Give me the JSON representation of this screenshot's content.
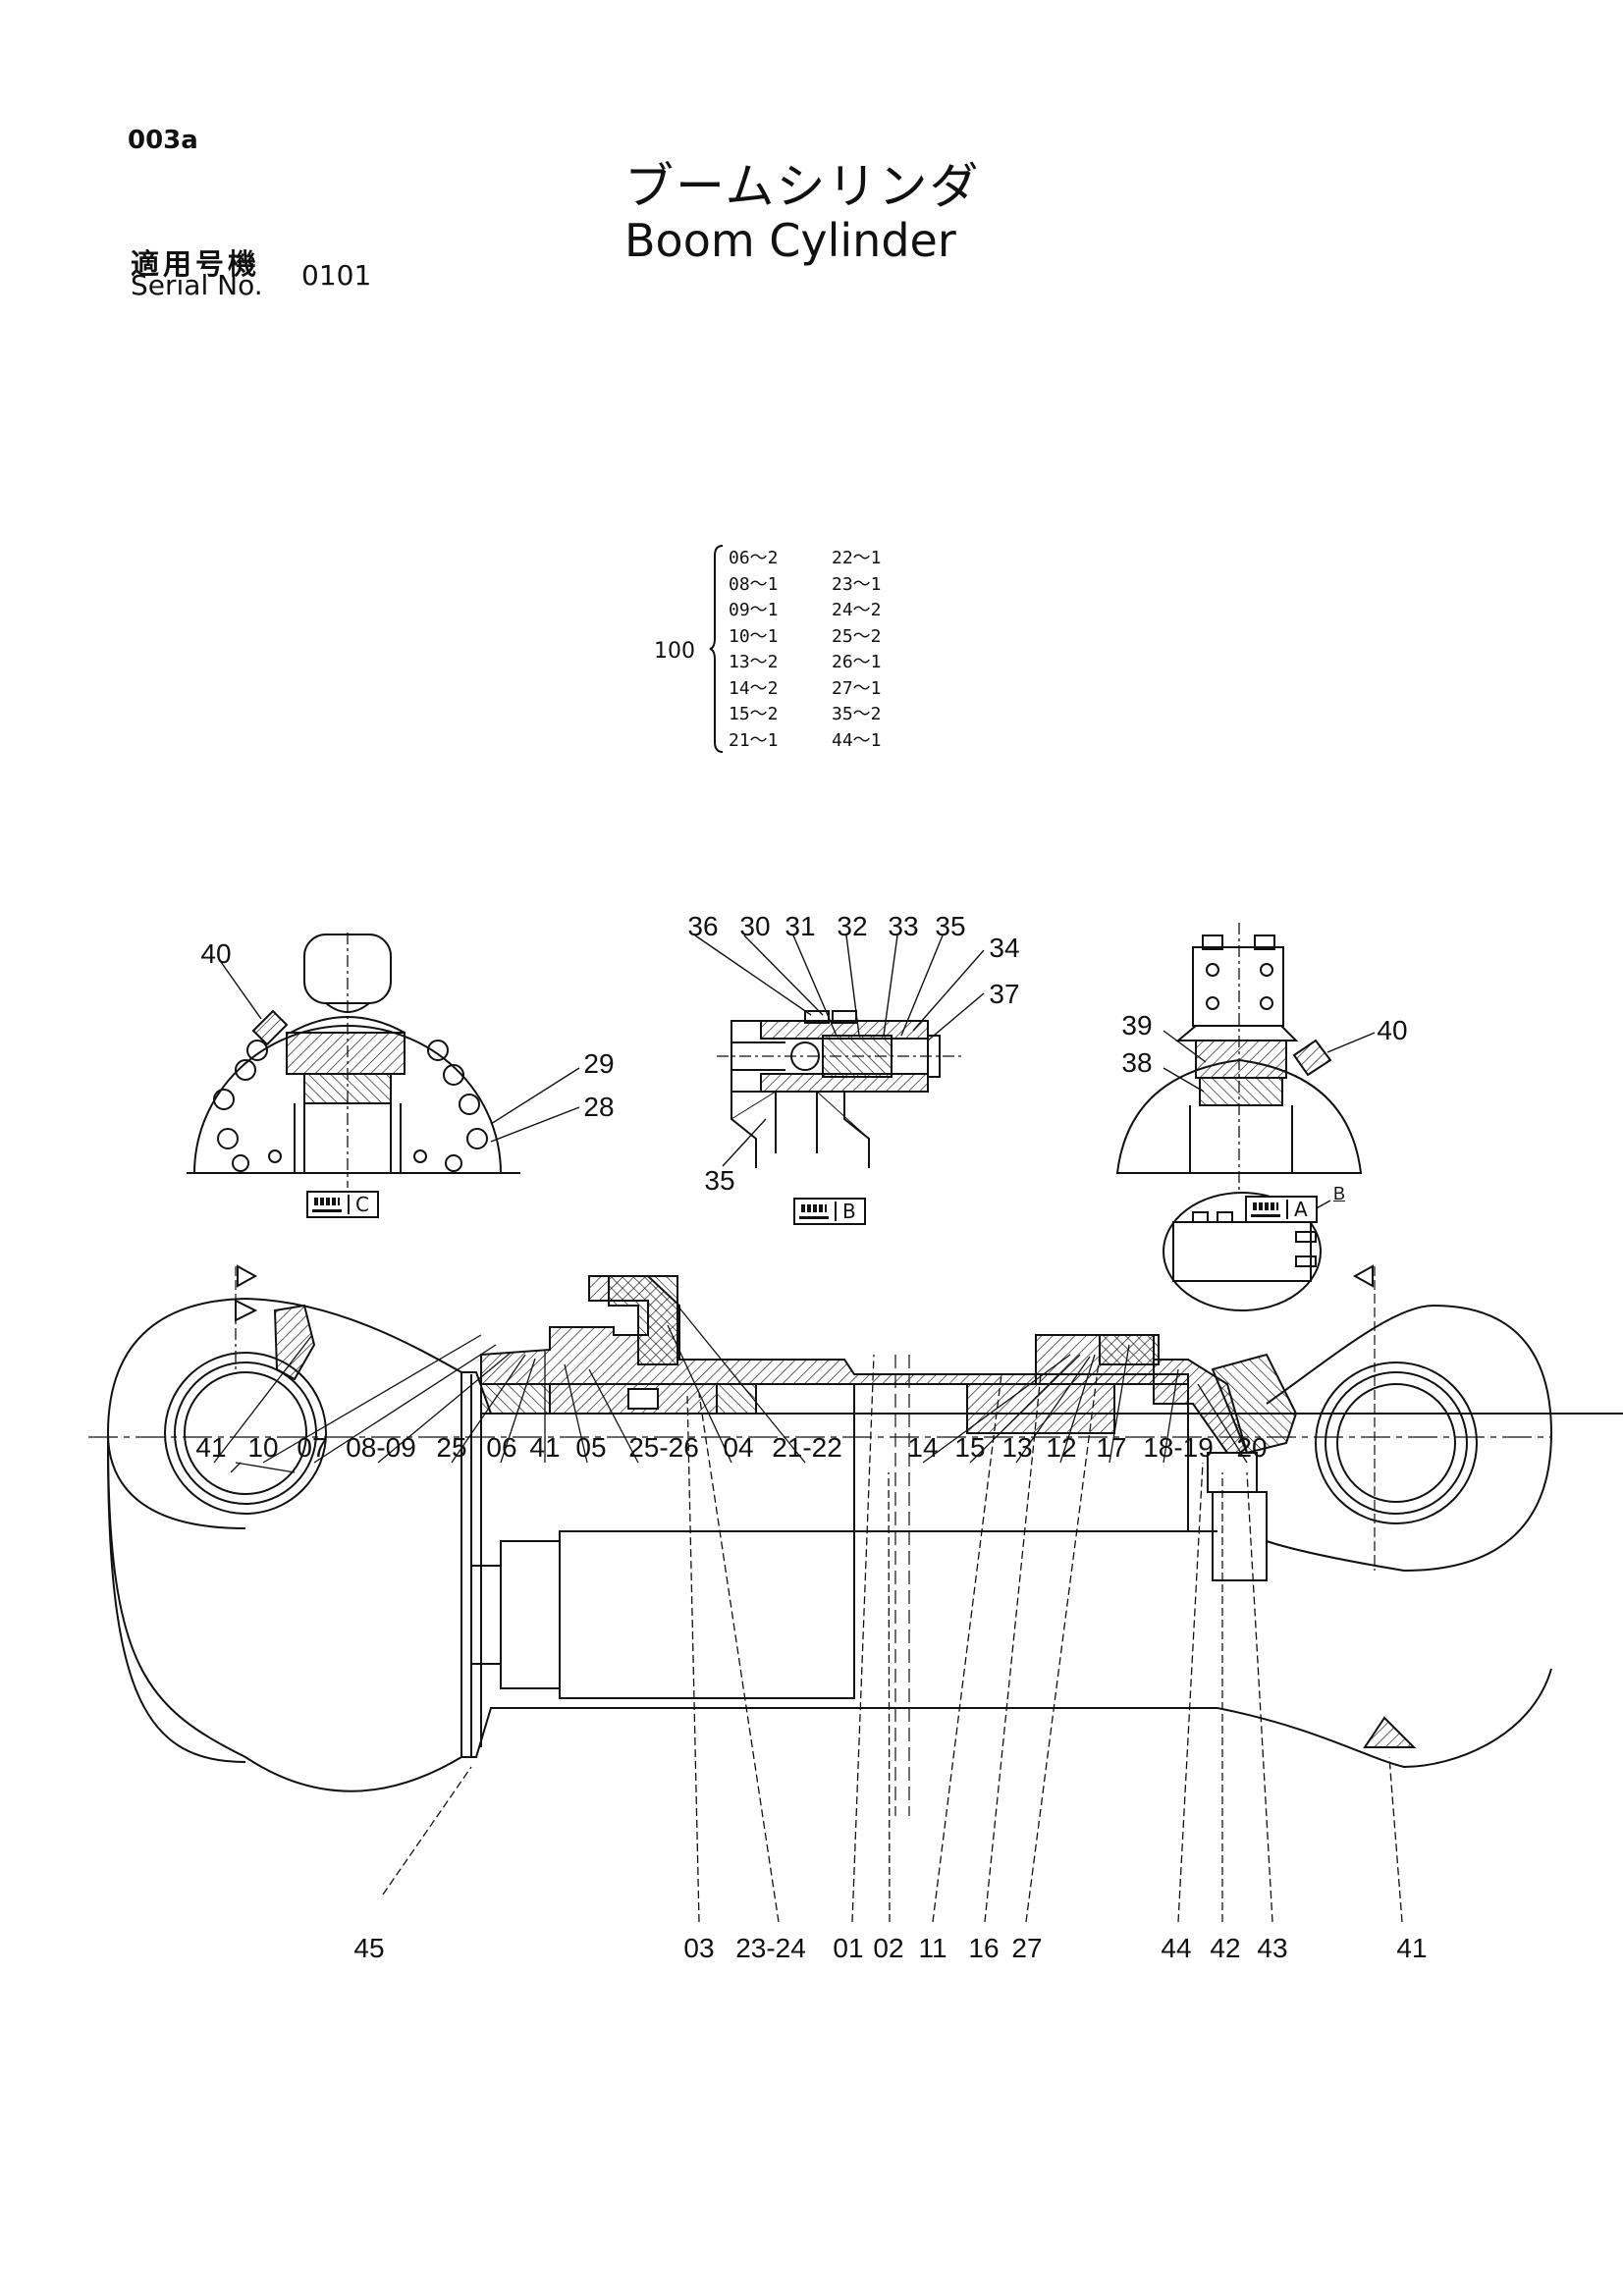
{
  "page": {
    "code": "003a",
    "title_jp": "ブームシリンダ",
    "title_en": "Boom Cylinder",
    "serial_label_jp": "適用号機",
    "serial_label_en": "Serial No.",
    "serial_value": "0101"
  },
  "seal_kit": {
    "number": "100",
    "rows": [
      {
        "a": "06〜2",
        "b": "22〜1"
      },
      {
        "a": "08〜1",
        "b": "23〜1"
      },
      {
        "a": "09〜1",
        "b": "24〜2"
      },
      {
        "a": "10〜1",
        "b": "25〜2"
      },
      {
        "a": "13〜2",
        "b": "26〜1"
      },
      {
        "a": "14〜2",
        "b": "27〜1"
      },
      {
        "a": "15〜2",
        "b": "35〜2"
      },
      {
        "a": "21〜1",
        "b": "44〜1"
      }
    ]
  },
  "section_c": {
    "tag": "C",
    "callouts": [
      "40",
      "29",
      "28"
    ]
  },
  "detail_b": {
    "tag": "B",
    "callouts": [
      "36",
      "30",
      "31",
      "32",
      "33",
      "35",
      "34",
      "37",
      "35"
    ]
  },
  "section_a": {
    "tag": "A",
    "callouts": [
      "39",
      "40",
      "38"
    ]
  },
  "main": {
    "detail_ref": "B",
    "top_callouts": [
      "41",
      "10",
      "07",
      "08-09",
      "25",
      "06",
      "41",
      "05",
      "25-26",
      "04",
      "21-22",
      "14",
      "15",
      "13",
      "12",
      "17",
      "18-19",
      "20"
    ],
    "bottom_callouts": [
      "45",
      "03",
      "23-24",
      "01",
      "02",
      "11",
      "16",
      "27",
      "44",
      "42",
      "43",
      "41"
    ]
  }
}
